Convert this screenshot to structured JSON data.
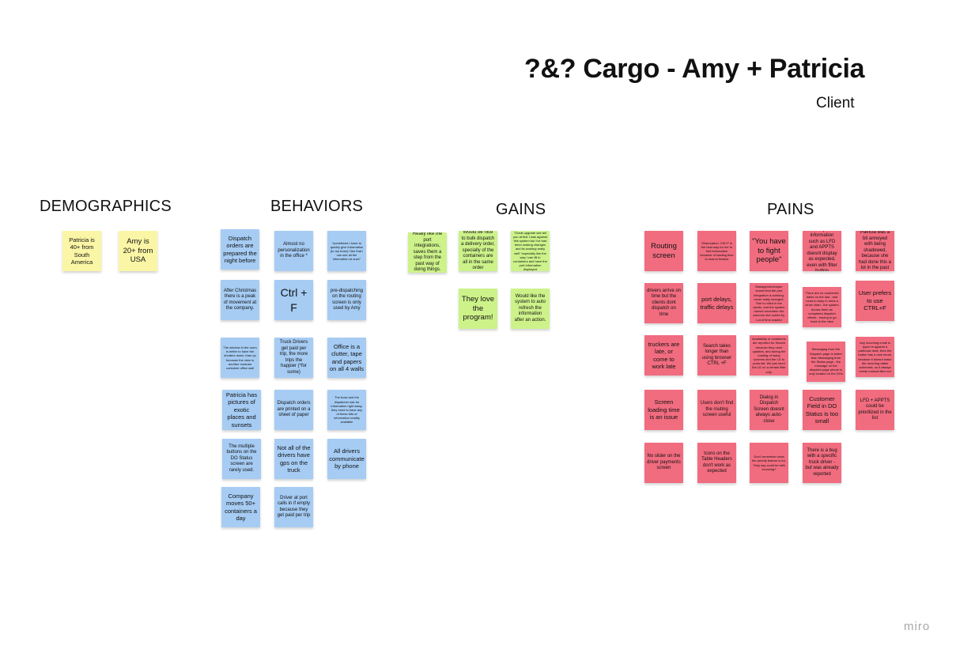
{
  "board": {
    "title": "?&? Cargo - Amy + Patricia",
    "subtitle": "Client",
    "brand": "miro"
  },
  "sections": {
    "demographics": "DEMOGRAPHICS",
    "behaviors": "BEHAVIORS",
    "gains": "GAINS",
    "pains": "PAINS"
  },
  "notes": {
    "demographics": [
      "Patricia is 40+ from South America",
      "Amy is 20+ from USA"
    ],
    "behaviors": [
      "Dispatch orders are prepared the night before",
      "Almost no personalization in the office *",
      "\"sometimes I have to quickly give information (to my boss) I like that i can see all the information at once\"",
      "After Christmas there is a peak of movement at the company.",
      "Ctrl + F",
      "pre-dispatching on the routing screen is only used by Amy",
      "The window in the room is better to have the shutters down, than up because the view is another modular container office wall",
      "Truck Drivers get paid per trip, the more trips the happier (*for some)",
      "Office is a clutter, tape and papers on all 4 walls",
      "Patricia has pictures of exotic places and sunsets",
      "Dispatch orders are printed on a sheet of paper",
      "The boss and the dispatcher ask for information right away, they need to have any of these bits of information readily available",
      "The multiple buttons on the DO Status screen are rarely used.",
      "Not all of the drivers have gps on the truck",
      "All drivers communicate by phone",
      "Company moves 50+ containers a day",
      "Driver at port calls in if empty because they get paid per trip"
    ],
    "gains": [
      "Really like the port integrations, saves them a step from the past way of doing things.",
      "Would be nice to bulk dispatch a delivery order, specially of the containers are all in the same order",
      "\"Great upgrade see tell you at first I was against this system but I've had been making changes and its working really well\" especially like the way I can fill in containers and have the port information displayed",
      "They love the program!",
      "Would like the system to auto refresh the information after an action."
    ],
    "pains": [
      "Routing screen",
      "Observation: Ctrl+F is the best way for her to find information because of loading time to search feature",
      "\"You have to fight people\"",
      "Most important information such as LFD and APPTS doesnt display as expected, even with filter button",
      "Patricia was a bit annoyed with being shadowed, because she had done this a lot in the past",
      "drivers arrive on time but the clients dont dispatch on time",
      "port delays, traffic delays",
      "Manager/developer knows that the port integration is working; never really changed. She is rolled in the wards, and the system doesnt remember the columns she sorted by. Lot of time wasted",
      "There are no numbered dates on the last - and need to keep in mind a circle chart - the system knows them as completed dispatch efforts - having to go back to the view",
      "User prefers to use CTRL+F",
      "truckers are late, or come to work late",
      "Search takes longer than using browser CTRL +F",
      "Availability of containers are reported for Search because they need updates, and during the loading of many screens and the LD to ports fail. We just need the LD on a certain filter only.",
      "Messaging from the Dispatch page is better than Messaging from the Status page - the message on the dispatch page phone is only located on the DOs",
      "Any incoming email is typed in against a particular date, then the button has a new email, because it doesnt make the recurring dates automatic, so it always needs manual filter out",
      "Screen loading time is an issue",
      "Users don't find the routing screen useful",
      "Dialog in Dispatch Screen doesnt always auto-close",
      "Customer Field in DO Status is too small",
      "LFD + APPTS could be prioritized in the list",
      "No slider on the driver payments screen",
      "Icons on the Table Headers don't work as expected",
      "Don't remember what the priority feature is for. They say could be with invoicing?",
      "There is a bug with a specific truck driver - but was already reported"
    ]
  }
}
